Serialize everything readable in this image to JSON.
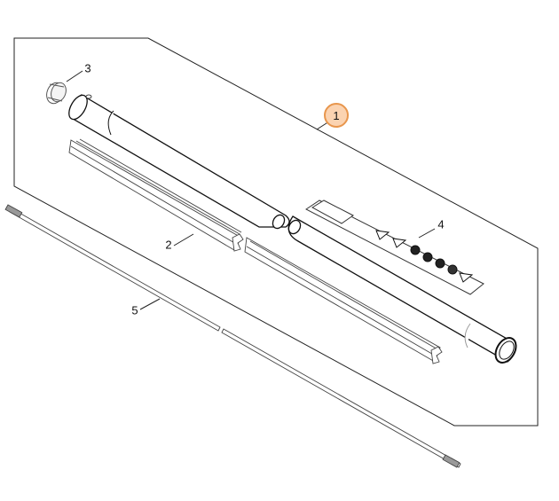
{
  "diagram": {
    "type": "exploded-parts-diagram",
    "highlight_color": "#fbd3b1",
    "highlight_border": "#e8964d",
    "line_color": "#222222",
    "parts": [
      {
        "id": "1",
        "label": "1",
        "name": "drive tube assembly (group frame)",
        "highlighted": true
      },
      {
        "id": "2",
        "label": "2",
        "name": "shaft liner / bushing (split)"
      },
      {
        "id": "3",
        "label": "3",
        "name": "end cap / plug"
      },
      {
        "id": "4",
        "label": "4",
        "name": "warning label"
      },
      {
        "id": "5",
        "label": "5",
        "name": "drive shaft (split)"
      }
    ]
  }
}
